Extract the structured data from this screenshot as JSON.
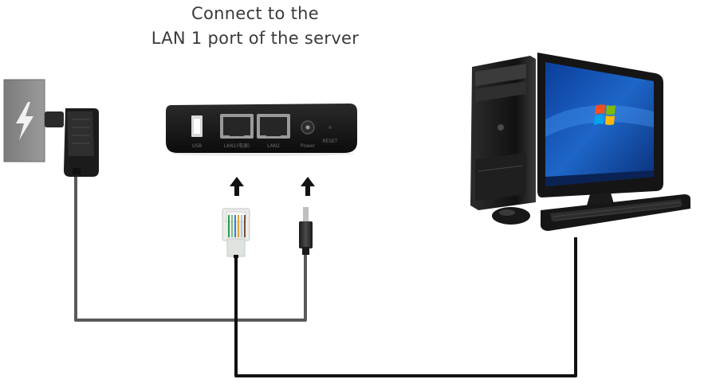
{
  "caption": {
    "line1": "Connect to the",
    "line2": "LAN 1 port of the server"
  },
  "device": {
    "port_labels": [
      "USB",
      "LAN1(电源)",
      "LAN2",
      "Power",
      "RESET"
    ]
  },
  "icons": {
    "power_source": "lightning-bolt-icon",
    "adapter": "power-adapter-icon",
    "router": "mini-server-icon",
    "lan_plug": "rj45-connector-icon",
    "dc_plug": "dc-plug-icon",
    "computer": "desktop-pc-icon"
  },
  "colors": {
    "cable": "#1a1a1a",
    "cable_gray": "#5a5a5a",
    "device_body": "#141414",
    "screen_blue": "#1e66c8"
  }
}
